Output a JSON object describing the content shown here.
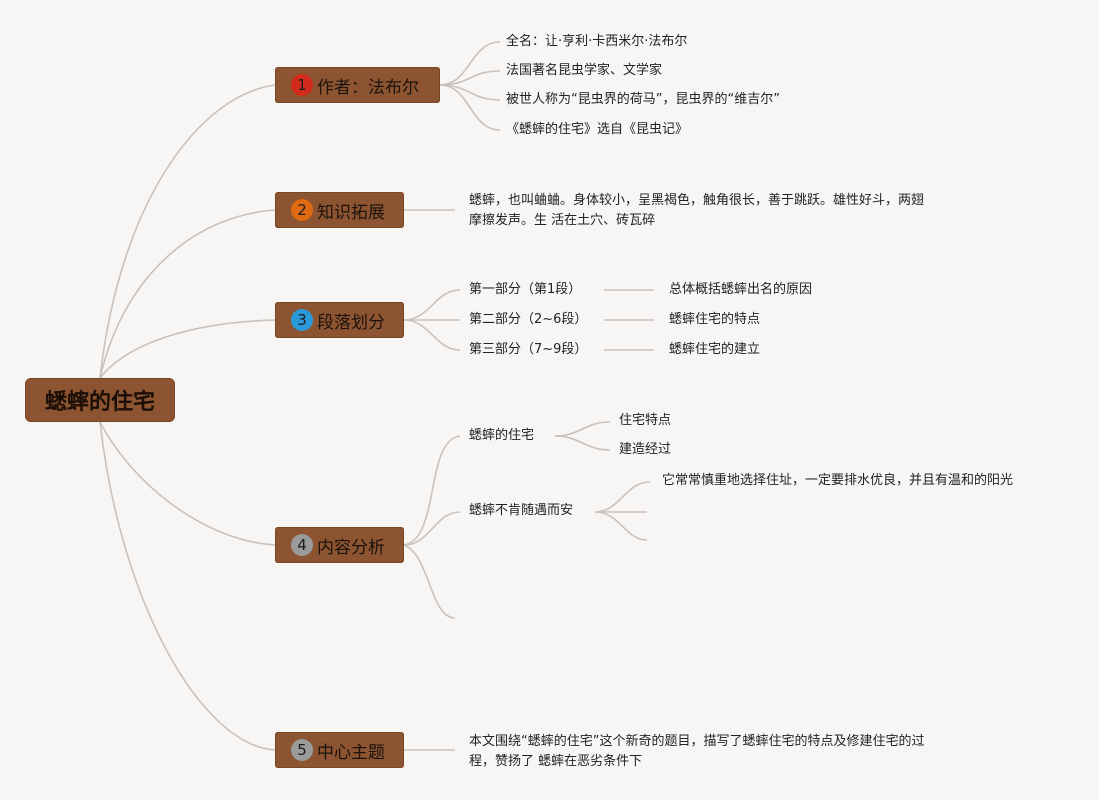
{
  "root": {
    "label": "蟋蟀的住宅"
  },
  "branches": [
    {
      "num": "1",
      "label": "作者：法布尔",
      "badge_color": "#d42a1c"
    },
    {
      "num": "2",
      "label": "知识拓展",
      "badge_color": "#e06a12"
    },
    {
      "num": "3",
      "label": "段落划分",
      "badge_color": "#2a9bd8"
    },
    {
      "num": "4",
      "label": "内容分析",
      "badge_color": "#9b9b9b"
    },
    {
      "num": "5",
      "label": "中心主题",
      "badge_color": "#9b9b9b"
    }
  ],
  "author": {
    "items": [
      "全名：让·亨利·卡西米尔·法布尔",
      "法国著名昆虫学家、文学家",
      "被世人称为“昆虫界的荷马”，昆虫界的“维吉尔”",
      "《蟋蟀的住宅》选自《昆虫记》"
    ]
  },
  "knowledge": {
    "line1": "蟋蟀，也叫蛐蛐。身体较小，呈黑褐色，触角很长，善于跳跃。雄性好斗，两翅",
    "line2": "摩擦发声。生 活在土穴、砖瓦碎"
  },
  "sections": [
    {
      "part": "第一部分（第1段）",
      "desc": "总体概括蟋蟀出名的原因"
    },
    {
      "part": "第二部分（2~6段）",
      "desc": "蟋蟀住宅的特点"
    },
    {
      "part": "第三部分（7~9段）",
      "desc": "蟋蟀住宅的建立"
    }
  ],
  "analysis": {
    "house": {
      "label": "蟋蟀的住宅",
      "children": [
        "住宅特点",
        "建造经过"
      ]
    },
    "settle": {
      "label": "蟋蟀不肯随遇而安",
      "children": [
        "它常常慎重地选择住址，一定要排水优良，并且有温和的阳光"
      ]
    }
  },
  "theme": {
    "line1": "本文围绕“蟋蟀的住宅”这个新奇的题目，描写了蟋蟀住宅的特点及修建住宅的过",
    "line2": "程，赞扬了 蟋蟀在恶劣条件下"
  },
  "colors": {
    "branch_bg": "#8c5430",
    "link": "#c9c1bb",
    "background": "#f8f6f4"
  }
}
